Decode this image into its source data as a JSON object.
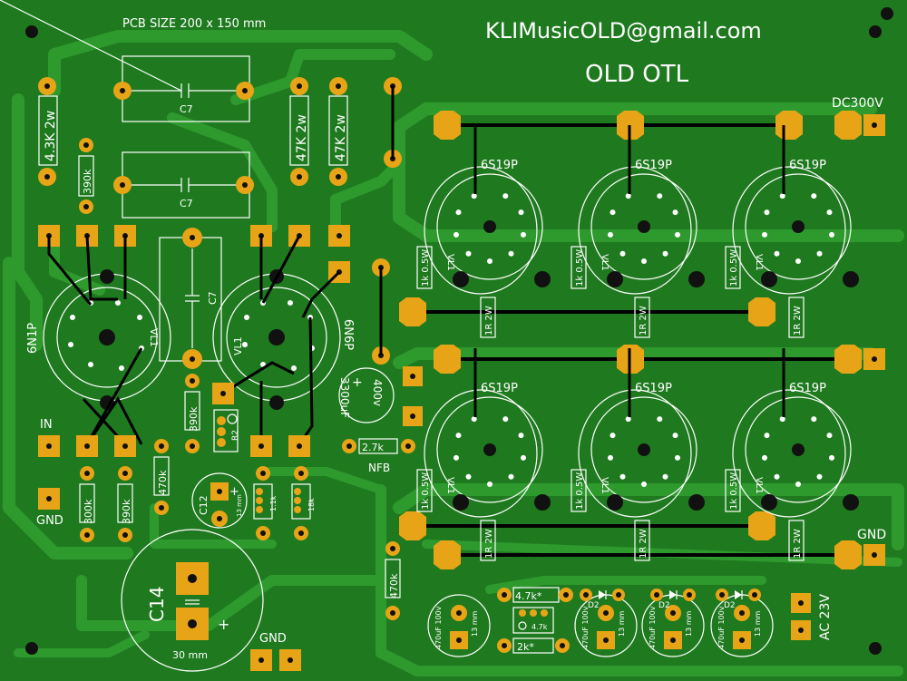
{
  "board": {
    "size_label": "PCB SIZE 200 x 150 mm",
    "email": "KLIMusicOLD@gmail.com",
    "title": "OLD OTL",
    "colors": {
      "board": "#1f7a1f",
      "trace": "#2e9a2e",
      "pad": "#e8a417",
      "silk": "#ffffff"
    }
  },
  "labels": {
    "dc_supply": "DC300V",
    "gnd_right": "GND",
    "gnd_left": "GND",
    "gnd_bottom": "GND",
    "input": "IN",
    "ac_input": "AC 23V",
    "nfb": "NFB",
    "c14_size": "30 mm",
    "c12_size": "13 mm"
  },
  "tubes": {
    "driver_left": "6N1P",
    "driver_right": "6N6P",
    "socket_label": "VL1",
    "output": [
      "6S19P",
      "6S19P",
      "6S19P",
      "6S19P",
      "6S19P",
      "6S19P"
    ]
  },
  "components": {
    "r_4k3": "4.3K 2w",
    "r_47k_a": "47K 2w",
    "r_47k_b": "47K 2w",
    "r_390k_top": "390k",
    "r_390k_mid": "390k",
    "r_390k_bottom": "390k",
    "r_300k": "300k",
    "r_470k_a": "470k",
    "r_470k_b": "470k",
    "r2": "R2",
    "r_1k1": "1.1k",
    "r_18k": "18k",
    "r_2k7": "2.7k",
    "r_4k7_a": "4.7k*",
    "r_4k7_b": "4.7k",
    "r_2k": "2k*",
    "c7": "C7",
    "c12": "C12",
    "c14": "C14",
    "c_3300": "3300uF",
    "c_400v": "400v",
    "r_grid": "1k 0.5W",
    "r_cath": "1R 2W",
    "d2": "D2",
    "c_470": "470uF 100v"
  }
}
